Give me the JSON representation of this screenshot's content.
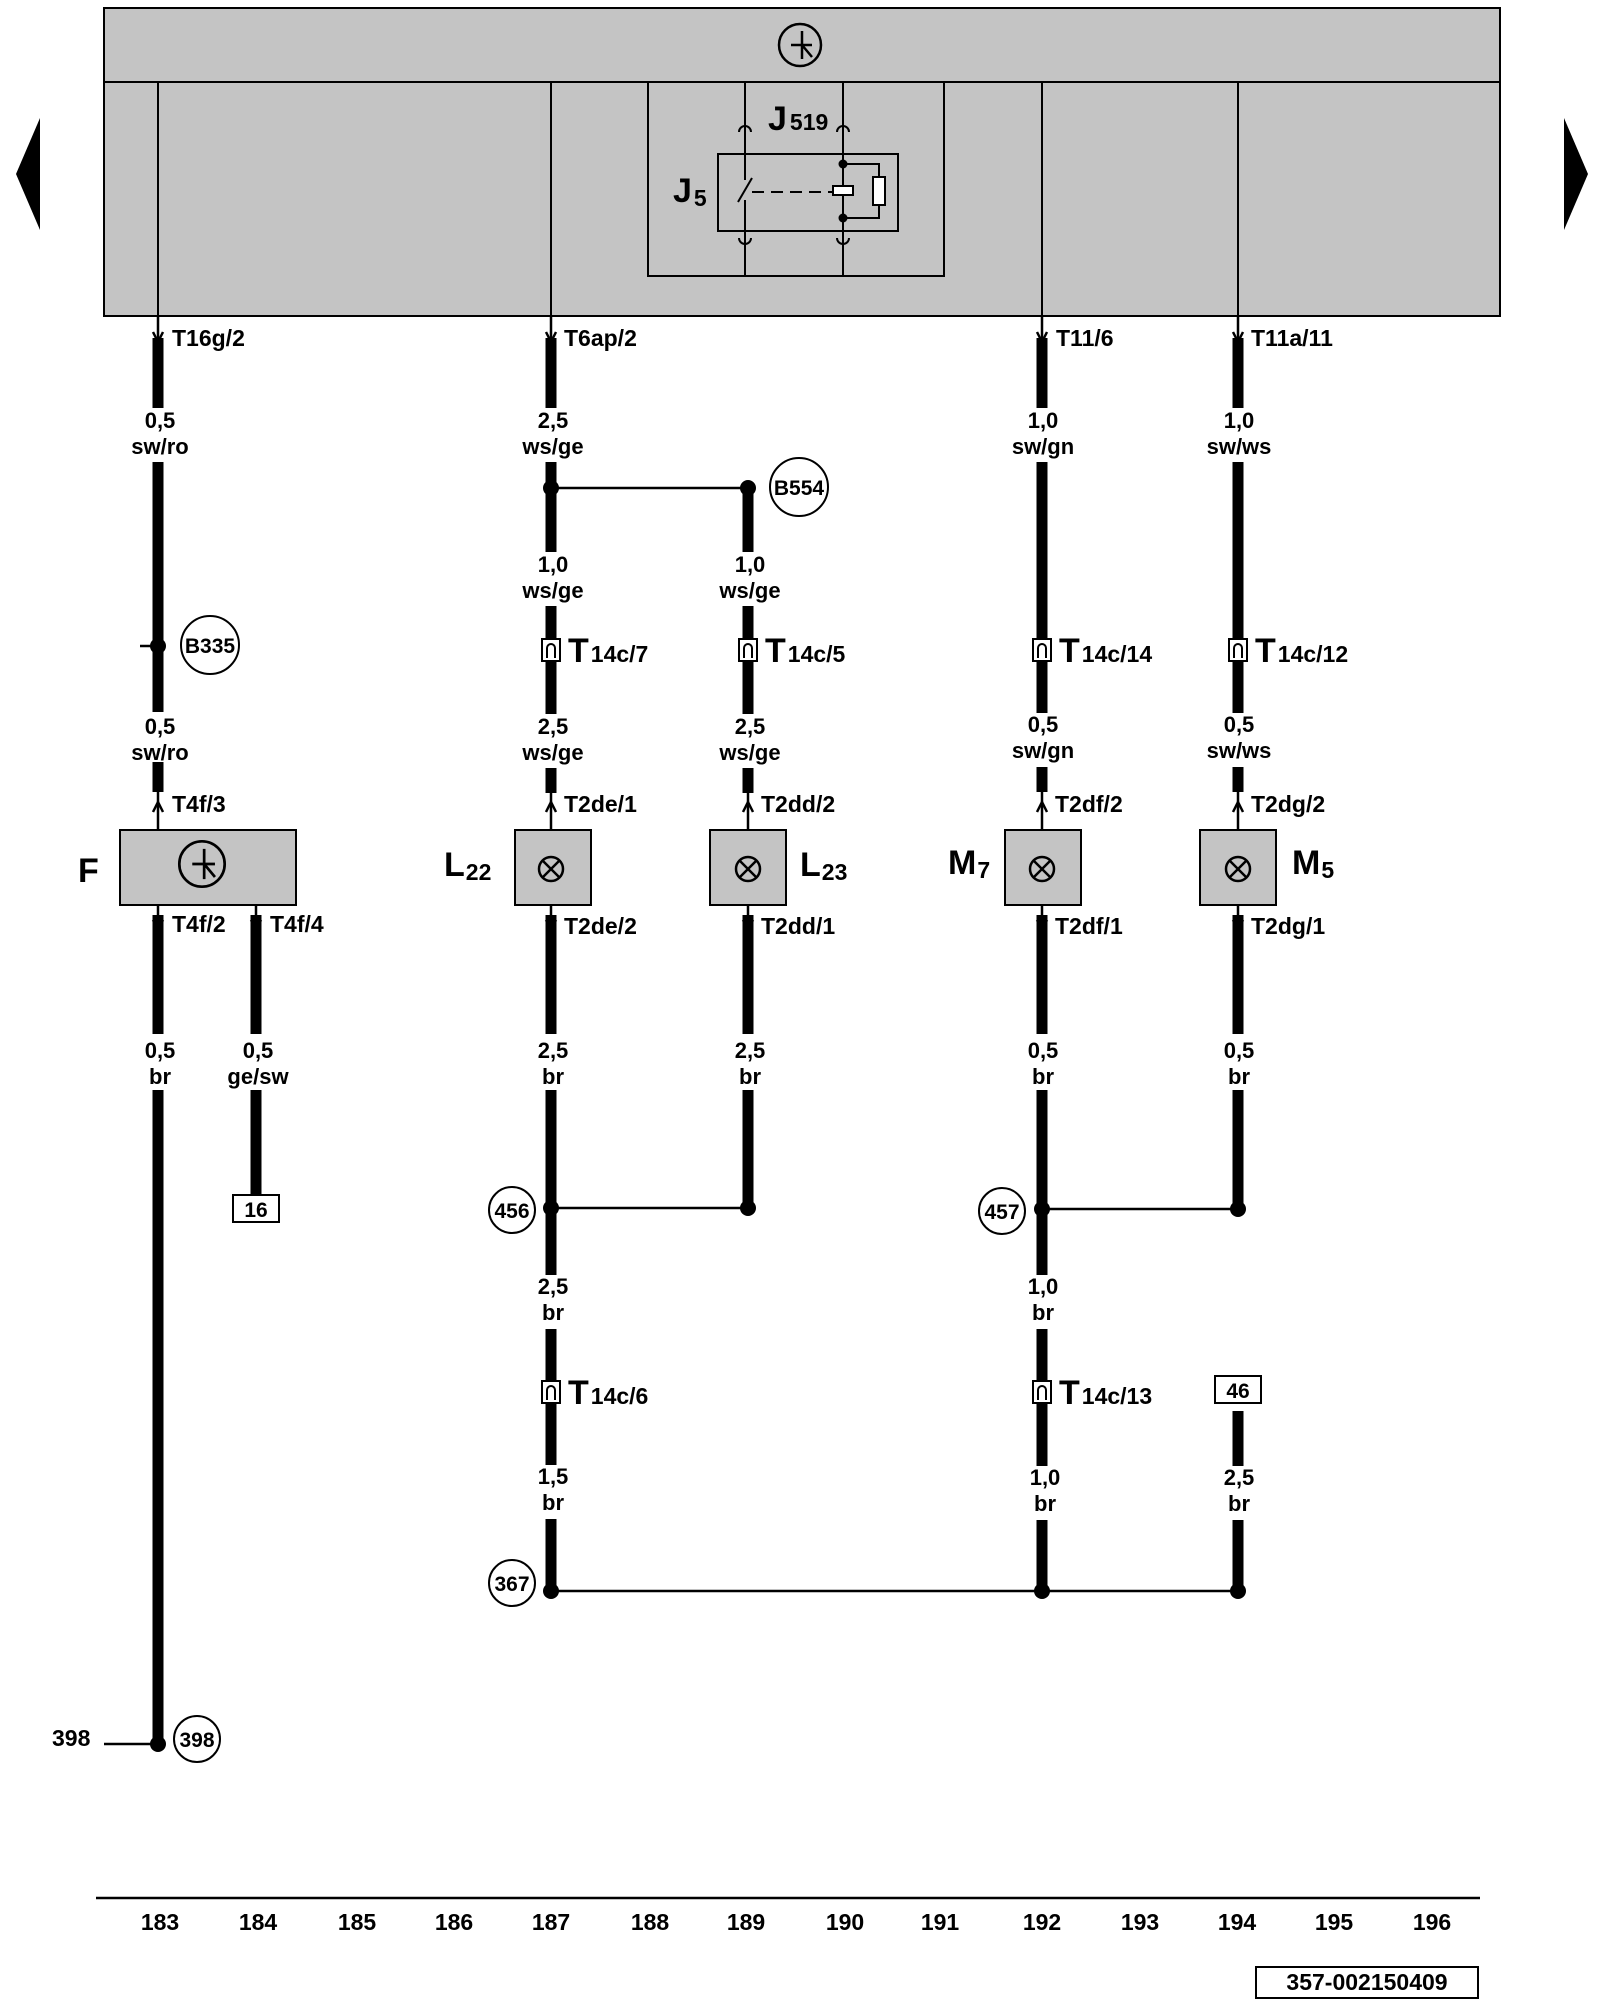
{
  "nav": {
    "prev_icon": "triangle-left",
    "next_icon": "triangle-right"
  },
  "relay": {
    "j519_letter": "J",
    "j519_sub": "519",
    "j5_letter": "J",
    "j5_sub": "5"
  },
  "bus_connectors": [
    "T16g/2",
    "T6ap/2",
    "T11/6",
    "T11a/11"
  ],
  "wires": {
    "c183_a": [
      "0,5",
      "sw/ro"
    ],
    "c183_b": [
      "0,5",
      "sw/ro"
    ],
    "c183_c": [
      "0,5",
      "br"
    ],
    "c184": [
      "0,5",
      "ge/sw"
    ],
    "c187_a": [
      "2,5",
      "ws/ge"
    ],
    "c187_b": [
      "1,0",
      "ws/ge"
    ],
    "c189_b": [
      "1,0",
      "ws/ge"
    ],
    "c187_c": [
      "2,5",
      "ws/ge"
    ],
    "c189_c": [
      "2,5",
      "ws/ge"
    ],
    "c187_d": [
      "2,5",
      "br"
    ],
    "c189_d": [
      "2,5",
      "br"
    ],
    "c187_e": [
      "2,5",
      "br"
    ],
    "c187_f": [
      "1,5",
      "br"
    ],
    "c192_a": [
      "1,0",
      "sw/gn"
    ],
    "c194_a": [
      "1,0",
      "sw/ws"
    ],
    "c192_c": [
      "0,5",
      "sw/gn"
    ],
    "c194_c": [
      "0,5",
      "sw/ws"
    ],
    "c192_d": [
      "0,5",
      "br"
    ],
    "c194_d": [
      "0,5",
      "br"
    ],
    "c192_e": [
      "1,0",
      "br"
    ],
    "c192_f": [
      "1,0",
      "br"
    ],
    "c194_f": [
      "2,5",
      "br"
    ]
  },
  "connectors": {
    "t14c_7": {
      "letter": "T",
      "sub": "14c/7"
    },
    "t14c_5": {
      "letter": "T",
      "sub": "14c/5"
    },
    "t14c_14": {
      "letter": "T",
      "sub": "14c/14"
    },
    "t14c_12": {
      "letter": "T",
      "sub": "14c/12"
    },
    "t14c_6": {
      "letter": "T",
      "sub": "14c/6"
    },
    "t14c_13": {
      "letter": "T",
      "sub": "14c/13"
    },
    "t4f_3": "T4f/3",
    "t4f_2": "T4f/2",
    "t4f_4": "T4f/4",
    "t2de_1": "T2de/1",
    "t2de_2": "T2de/2",
    "t2dd_2": "T2dd/2",
    "t2dd_1": "T2dd/1",
    "t2df_2": "T2df/2",
    "t2df_1": "T2df/1",
    "t2dg_2": "T2dg/2",
    "t2dg_1": "T2dg/1"
  },
  "components": {
    "F": {
      "letter": "F",
      "sub": ""
    },
    "L22": {
      "letter": "L",
      "sub": "22"
    },
    "L23": {
      "letter": "L",
      "sub": "23"
    },
    "M7": {
      "letter": "M",
      "sub": "7"
    },
    "M5": {
      "letter": "M",
      "sub": "5"
    }
  },
  "points": {
    "B554": "B554",
    "B335": "B335",
    "p456": "456",
    "p457": "457",
    "p367": "367",
    "p398": "398",
    "ref398": "398"
  },
  "boxes": {
    "b16": "16",
    "b46": "46"
  },
  "columns": [
    "183",
    "184",
    "185",
    "186",
    "187",
    "188",
    "189",
    "190",
    "191",
    "192",
    "193",
    "194",
    "195",
    "196"
  ],
  "doc_id": "357-002150409",
  "colors": {
    "panel": "#c4c4c4",
    "wire": "#000000",
    "component": "#c4c4c4"
  }
}
